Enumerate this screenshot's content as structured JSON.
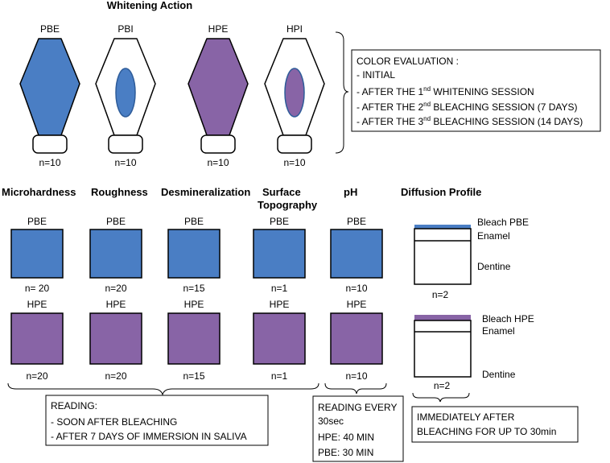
{
  "title": "Whitening Action",
  "colors": {
    "blue": "#4a7ec4",
    "purple": "#8864a6",
    "outline": "#000000"
  },
  "bottles": [
    {
      "label": "PBE",
      "n": "n=10",
      "kind": "full",
      "color": "blue"
    },
    {
      "label": "PBI",
      "n": "n=10",
      "kind": "inner",
      "color": "blue"
    },
    {
      "label": "HPE",
      "n": "n=10",
      "kind": "full",
      "color": "purple"
    },
    {
      "label": "HPI",
      "n": "n=10",
      "kind": "inner",
      "color": "purple"
    }
  ],
  "color_eval": {
    "heading": "COLOR EVALUATION :",
    "item1": "- INITIAL",
    "item2_pre": "- AFTER THE 1",
    "item2_sup": "nd",
    "item2_post": " WHITENING SESSION",
    "item3_pre": "- AFTER THE 2",
    "item3_sup": "nd",
    "item3_post": " BLEACHING SESSION (7 DAYS)",
    "item4_pre": "- AFTER THE 3",
    "item4_sup": "nd",
    "item4_post": " BLEACHING SESSION (14 DAYS)"
  },
  "tests": [
    {
      "heading": "Microhardness",
      "top_label": "PBE",
      "top_n": "n= 20",
      "bottom_label": "HPE",
      "bottom_n": "n=20"
    },
    {
      "heading": "Roughness",
      "top_label": "PBE",
      "top_n": "n=20",
      "bottom_label": "HPE",
      "bottom_n": "n=20"
    },
    {
      "heading": "Desmineralization",
      "top_label": "PBE",
      "top_n": "n=15",
      "bottom_label": "HPE",
      "bottom_n": "n=15"
    },
    {
      "heading": "Surface",
      "heading2": "Topography",
      "top_label": "PBE",
      "top_n": "n=1",
      "bottom_label": "HPE",
      "bottom_n": "n=1"
    },
    {
      "heading": "pH",
      "top_label": "PBE",
      "top_n": "n=10",
      "bottom_label": "HPE",
      "bottom_n": "n=10"
    }
  ],
  "diffusion": {
    "heading": "Diffusion Profile",
    "top_bleach": "Bleach  PBE",
    "bottom_bleach": "Bleach  HPE",
    "enamel": "Enamel",
    "dentine": "Dentine",
    "top_n": "n=2",
    "bottom_n": "n=2"
  },
  "reading_box": {
    "line1": "READING:",
    "line2": " - SOON AFTER BLEACHING",
    "line3": " - AFTER 7 DAYS OF IMMERSION IN SALIVA"
  },
  "ph_box": {
    "line1": "READING EVERY",
    "line2": "30sec",
    "line3": "HPE: 40 MIN",
    "line4": "PBE: 30 MIN"
  },
  "diffusion_box": {
    "line1": "IMMEDIATELY AFTER",
    "line2": " BLEACHING FOR UP TO 30min"
  }
}
